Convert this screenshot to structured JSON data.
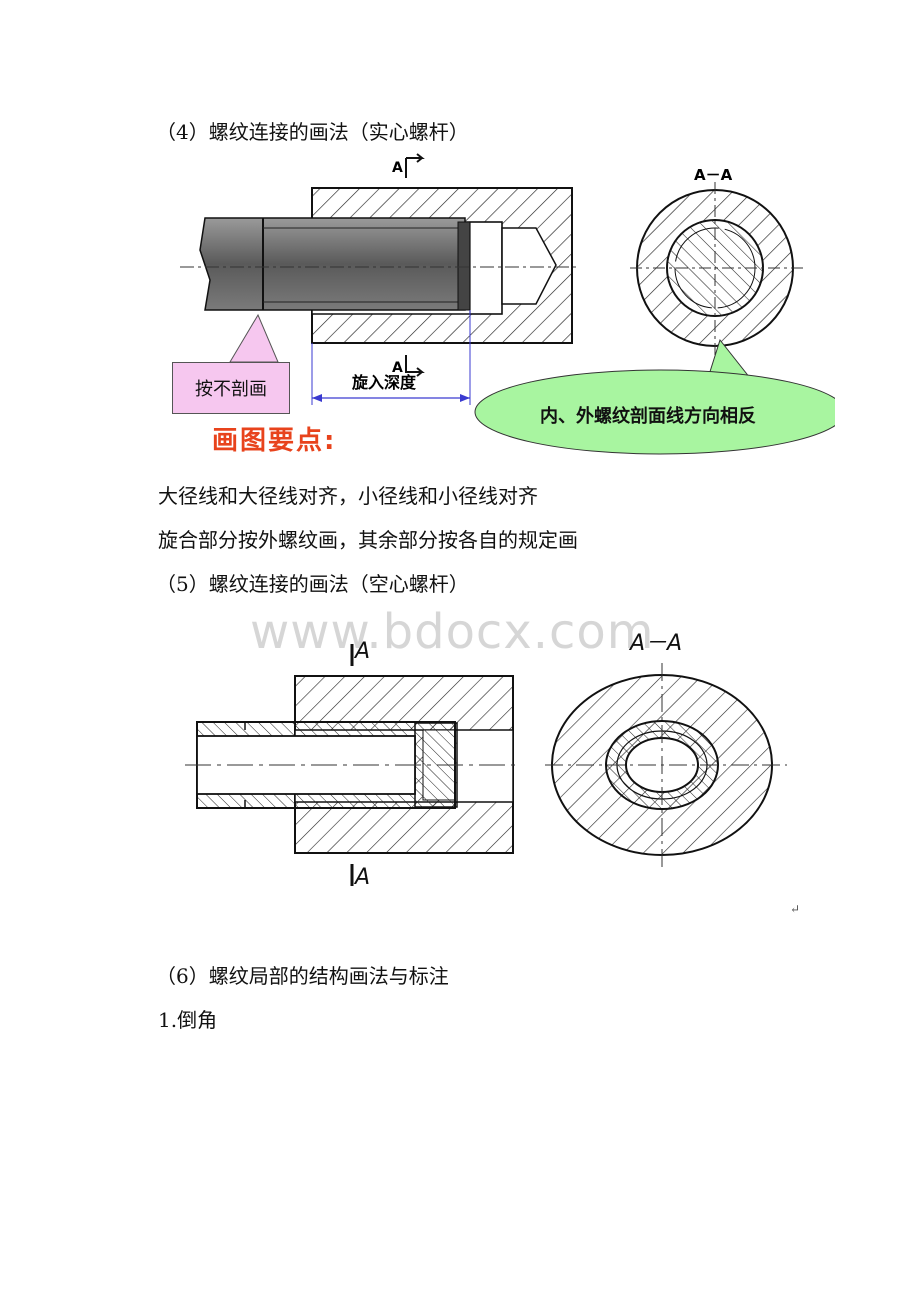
{
  "headings": {
    "solid_bolt": "（4）螺纹连接的画法（实心螺杆）",
    "hollow_bolt": "（5）螺纹连接的画法（空心螺杆）",
    "local_structure": "（6）螺纹局部的结构画法与标注",
    "chamfer": "1.倒角"
  },
  "paragraphs": {
    "rule1": "大径线和大径线对齐，小径线和小径线对齐",
    "rule2": "旋合部分按外螺纹画，其余部分按各自的规定画"
  },
  "figure1": {
    "section_mark": "A",
    "section_title": "A－A",
    "callout_no_section": "按不剖画",
    "dimension_label": "旋入深度",
    "bubble_text": "内、外螺纹剖面线方向相反",
    "key_points": "画图要点:"
  },
  "figure2": {
    "section_mark": "A",
    "section_title": "A－A"
  },
  "watermark": "www.bdocx.com",
  "para_mark": "↵"
}
